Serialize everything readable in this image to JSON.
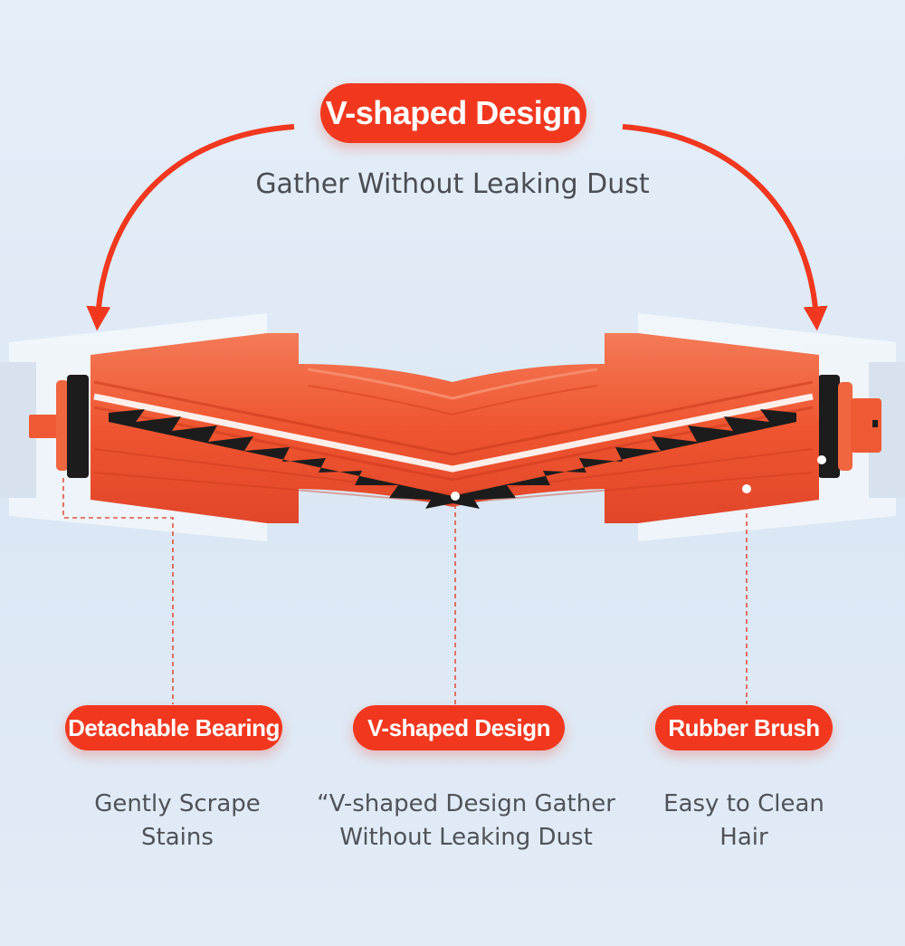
{
  "header": {
    "badge": "V-shaped Design",
    "subtitle": "Gather Without Leaking Dust"
  },
  "features": [
    {
      "badge": "Detachable Bearing",
      "line1": "Gently Scrape",
      "line2": "Stains"
    },
    {
      "badge": "V-shaped Design",
      "line1": "“V-shaped Design Gather",
      "line2": "Without Leaking Dust"
    },
    {
      "badge": "Rubber Brush",
      "line1": "Easy to Clean",
      "line2": "Hair"
    }
  ],
  "colors": {
    "accent": "#f1381f",
    "brush_body": "#f0552f",
    "bristles": "#1c1c1c",
    "text": "#4a4d52"
  }
}
